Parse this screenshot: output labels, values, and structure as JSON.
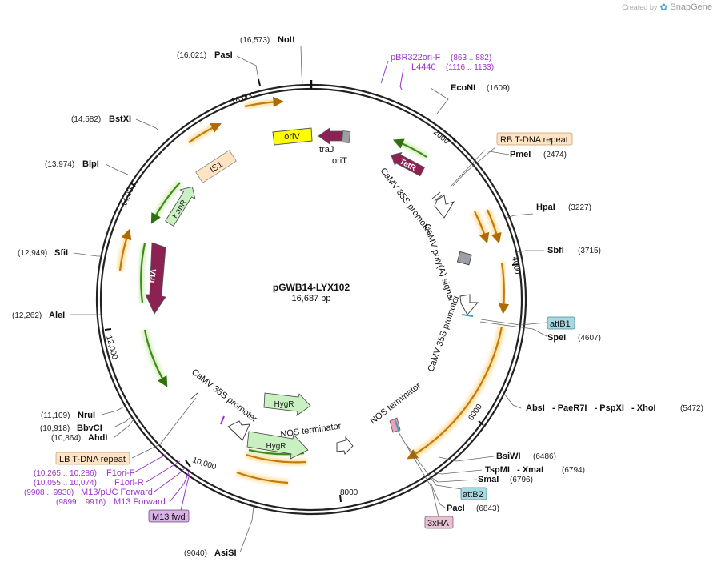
{
  "brand": {
    "prefix": "Created by",
    "name": "SnapGene"
  },
  "plasmid": {
    "name": "pGWB14-LYX102",
    "size": "16,687 bp"
  },
  "ruler": [
    "2000",
    "4000",
    "6000",
    "8000",
    "10,000",
    "12,000",
    "14,000",
    "16,000"
  ],
  "sites": {
    "noti": {
      "pos": "(16,573)",
      "name": "NotI"
    },
    "pasi": {
      "pos": "(16,021)",
      "name": "PasI"
    },
    "bstxi": {
      "pos": "(14,582)",
      "name": "BstXI"
    },
    "blpi": {
      "pos": "(13,974)",
      "name": "BlpI"
    },
    "sfii": {
      "pos": "(12,949)",
      "name": "SfiI"
    },
    "alei": {
      "pos": "(12,262)",
      "name": "AleI"
    },
    "nrui": {
      "pos": "(11,109)",
      "name": "NruI"
    },
    "bbvci": {
      "pos": "(10,918)",
      "name": "BbvCI"
    },
    "ahdi": {
      "pos": "(10,864)",
      "name": "AhdI"
    },
    "asisi": {
      "pos": "(9040)",
      "name": "AsiSI"
    },
    "econi": {
      "name": "EcoNI",
      "pos": "(1609)"
    },
    "pmei": {
      "name": "PmeI",
      "pos": "(2474)"
    },
    "hpai": {
      "name": "HpaI",
      "pos": "(3227)"
    },
    "sbfi": {
      "name": "SbfI",
      "pos": "(3715)"
    },
    "spei": {
      "name": "SpeI",
      "pos": "(4607)"
    },
    "multi": {
      "names": "AbsI   - PaeR7I   - PspXI   - XhoI",
      "pos": "(5472)"
    },
    "bsiwi": {
      "name": "BsiWI",
      "pos": "(6486)"
    },
    "tspmi": {
      "name": "TspMI   - XmaI",
      "pos": "(6794)"
    },
    "smai": {
      "name": "SmaI",
      "pos": "(6796)"
    },
    "paci": {
      "name": "PacI",
      "pos": "(6843)"
    }
  },
  "primers": {
    "pbr": {
      "name": "pBR322ori-F",
      "pos": "(863 .. 882)"
    },
    "l4440": {
      "name": "L4440",
      "pos": "(1116 .. 1133)"
    },
    "f1f": {
      "pos": "(10,265 .. 10,286)",
      "name": "F1ori-F"
    },
    "f1r": {
      "pos": "(10,055 .. 10,074)",
      "name": "F1ori-R"
    },
    "m13puc": {
      "pos": "(9908 .. 9930)",
      "name": "M13/pUC Forward"
    },
    "m13f": {
      "pos": "(9899 .. 9916)",
      "name": "M13 Forward"
    }
  },
  "boxes": {
    "rb": "RB T-DNA repeat",
    "lb": "LB T-DNA repeat",
    "attb1": "attB1",
    "attb2": "attB2",
    "m13fwd": "M13 fwd",
    "ha": "3xHA"
  },
  "features": {
    "oriv": "oriV",
    "traj": "traJ",
    "orit": "oriT",
    "tetr": "TetR",
    "is1": "IS1",
    "kanr": "KanR",
    "trfa": "trfA",
    "hygr1": "HygR",
    "hygr2": "HygR",
    "camv35s_a": "CaMV 35S promoter",
    "camv_polya": "CaMV poly(A) signal",
    "camv35s_b": "CaMV 35S promoter",
    "camv35s_c": "CaMV 35S promoter",
    "nos_term_a": "NOS terminator",
    "nos_term_b": "NOS terminator"
  },
  "colors": {
    "backbone": "#222222",
    "orange_feature": "#f0a030",
    "green_feature": "#66b032",
    "maroon_feature": "#8b2252",
    "origin_yellow": "#ffff00",
    "primer_purple": "#9933cc",
    "rb_box_fill": "#ffe4c4",
    "attb_fill": "#a8d8e0",
    "m13_fill": "#d9b3e6",
    "ha_fill": "#e6c3d3"
  }
}
